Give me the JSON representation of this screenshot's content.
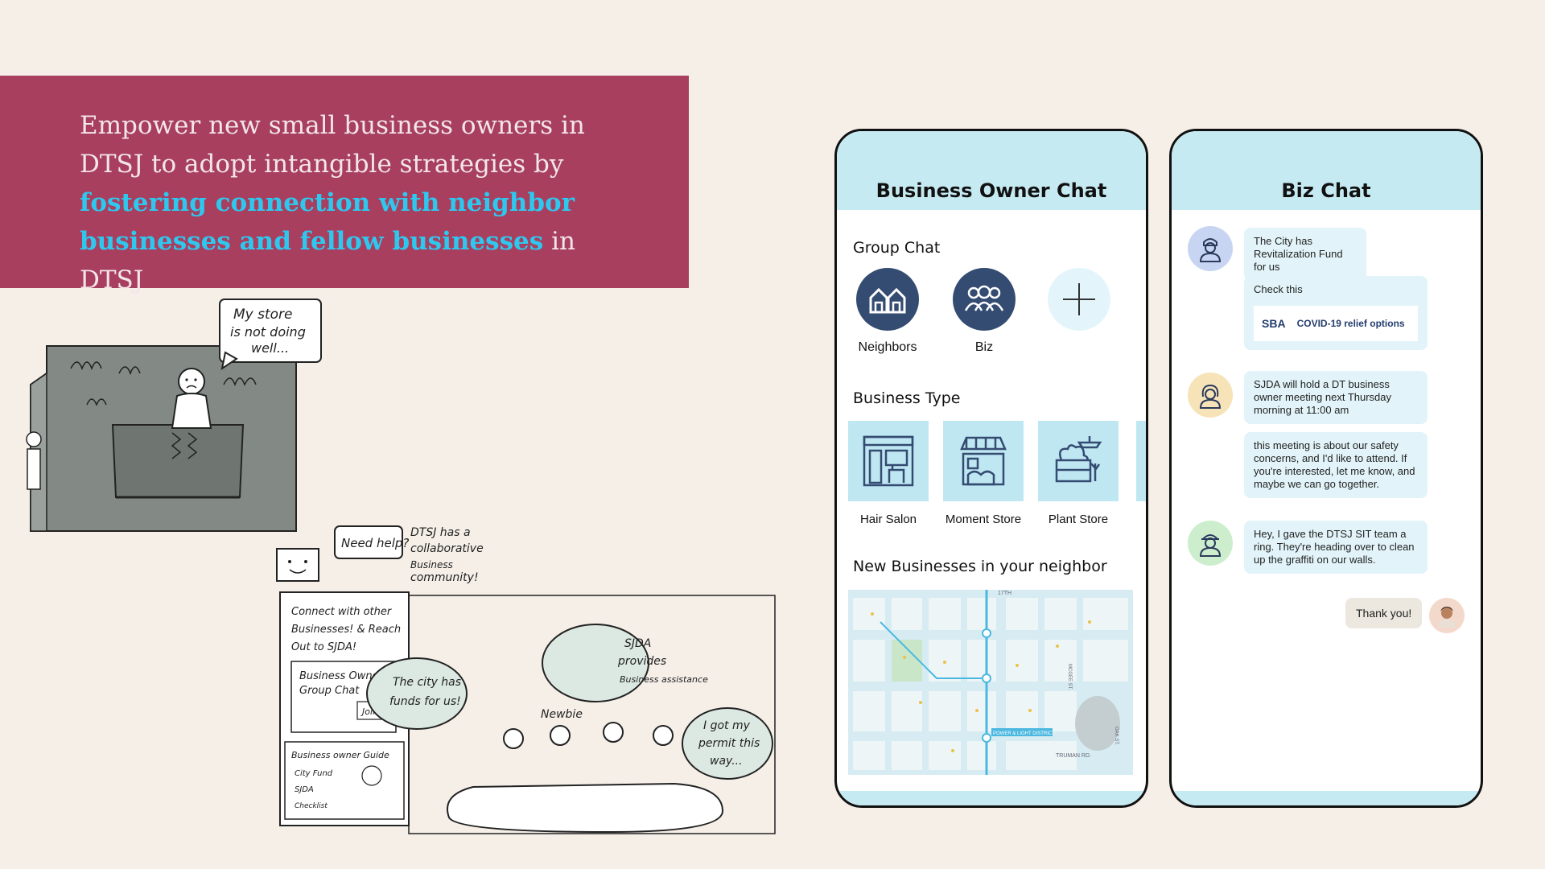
{
  "banner": {
    "line_part1": "Empower new small business owners in DTSJ to adopt intangible strategies by ",
    "highlight": "fostering connection with neighbor businesses and fellow businesses",
    "line_part2": " in DTSJ"
  },
  "sketch_top": {
    "speech": [
      "My store",
      "is not doing",
      "well..."
    ]
  },
  "sketch_bottom": {
    "need_help": "Need help?",
    "community_note": [
      "DTSJ has a",
      "collaborative",
      "Business",
      "community!"
    ],
    "card_text": [
      "Connect with other",
      "Businesses! & Reach",
      "Out to SJDA!"
    ],
    "card_group_chat": [
      "Business Owner",
      "Group Chat"
    ],
    "card_join": "Join!",
    "card_guide": "Business owner Guide",
    "card_guide_items": [
      "City Fund",
      "SJDA",
      "Checklist"
    ],
    "bubble_city": [
      "The city has",
      "funds for us!"
    ],
    "bubble_sjda": [
      "SJDA",
      "provides",
      "Business assistance"
    ],
    "bubble_permit": [
      "I got my",
      "permit this",
      "way..."
    ],
    "newbie": "Newbie"
  },
  "phone1": {
    "title": "Business Owner Chat",
    "group_chat_title": "Group Chat",
    "group_chats": [
      {
        "label": "Neighbors",
        "icon": "houses-icon"
      },
      {
        "label": "Biz",
        "icon": "people-icon"
      }
    ],
    "add_icon": "plus-icon",
    "business_type_title": "Business Type",
    "business_types": [
      {
        "label": "Hair Salon",
        "icon": "hair-salon-icon"
      },
      {
        "label": "Moment Store",
        "icon": "moment-store-icon"
      },
      {
        "label": "Plant Store",
        "icon": "plant-store-icon"
      }
    ],
    "new_businesses_title": "New Businesses in your neighbor",
    "map_labels": {
      "district": "POWER & LIGHT DISTRICT",
      "street1": "TRUMAN RD.",
      "street2": "17TH",
      "street3": "MCGEE ST.",
      "street4": "OAK ST."
    }
  },
  "phone2": {
    "title": "Biz Chat",
    "messages": [
      {
        "text": "The City has Revitalization Fund for us"
      },
      {
        "text": "Check this",
        "card_logo": "SBA",
        "card_link": "COVID-19 relief options"
      },
      {
        "text": "SJDA will hold a DT business owner meeting next Thursday morning at 11:00 am"
      },
      {
        "text": "this meeting is about our safety concerns, and I'd like to attend. If you're interested, let me know, and maybe we can go together."
      },
      {
        "text": "Hey, I gave the DTSJ SIT team a ring. They're heading over to clean up the graffiti on our walls."
      }
    ],
    "reply": "Thank you!"
  },
  "colors": {
    "banner": "#a83f5f",
    "highlight": "#2ec8ef",
    "phone_header": "#c6eaf2",
    "icon_dark": "#344b72",
    "bubble": "#e2f4f9"
  }
}
